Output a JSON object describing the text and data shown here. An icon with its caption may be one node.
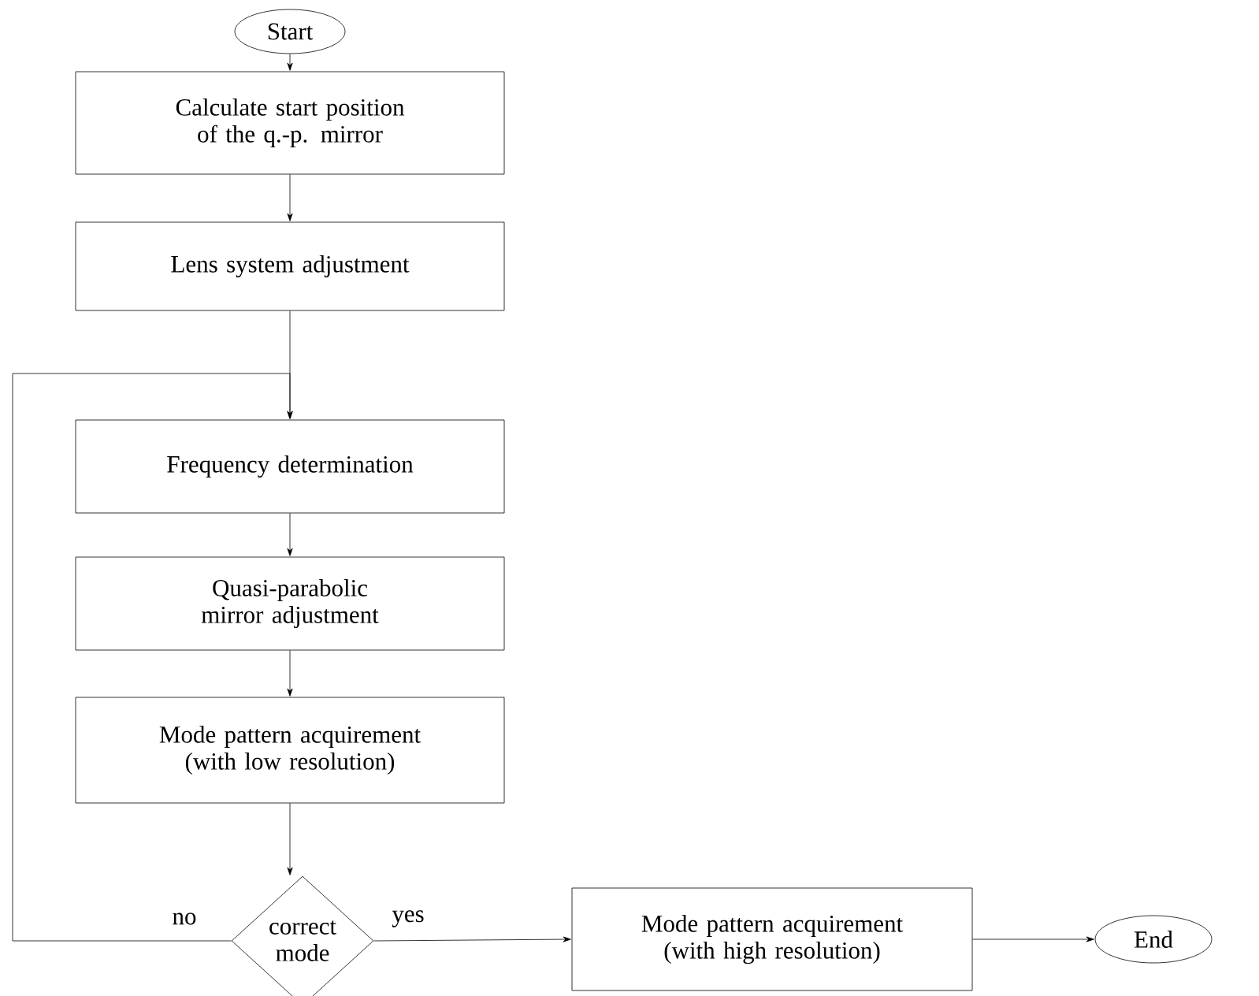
{
  "diagram": {
    "nodes": [
      {
        "text": [
          "Start"
        ]
      },
      {
        "text": [
          "Calculate start position of the q.-p. mirror"
        ]
      },
      {
        "text": [
          "Lens system adjustment"
        ]
      },
      {
        "text": [
          "Frequency determination"
        ]
      },
      {
        "text": [
          "Quasi-parabolic mirror adjustment"
        ]
      },
      {
        "text": [
          "Mode pattern acquirement (with low resolution)"
        ]
      },
      {
        "text": [
          "correct mode"
        ]
      },
      {
        "text": [
          "Mode pattern acquirement (with high resolution)"
        ]
      },
      {
        "text": [
          "End"
        ]
      }
    ],
    "edges": [
      {
        "from": 0,
        "to": 1,
        "arrow": "to"
      },
      {
        "from": 1,
        "to": 2,
        "arrow": "to"
      },
      {
        "from": 2,
        "to": 3,
        "arrow": "to"
      },
      {
        "from": 3,
        "to": 4,
        "arrow": "to"
      },
      {
        "from": 4,
        "to": 5,
        "arrow": "to"
      },
      {
        "from": 5,
        "to": 6,
        "arrow": "to"
      },
      {
        "from": 6,
        "to": 7,
        "arrow": "to",
        "label": "yes"
      },
      {
        "from": 6,
        "to": 3,
        "arrow": "to",
        "label": "no"
      },
      {
        "from": 7,
        "to": 8,
        "arrow": "to"
      }
    ]
  }
}
